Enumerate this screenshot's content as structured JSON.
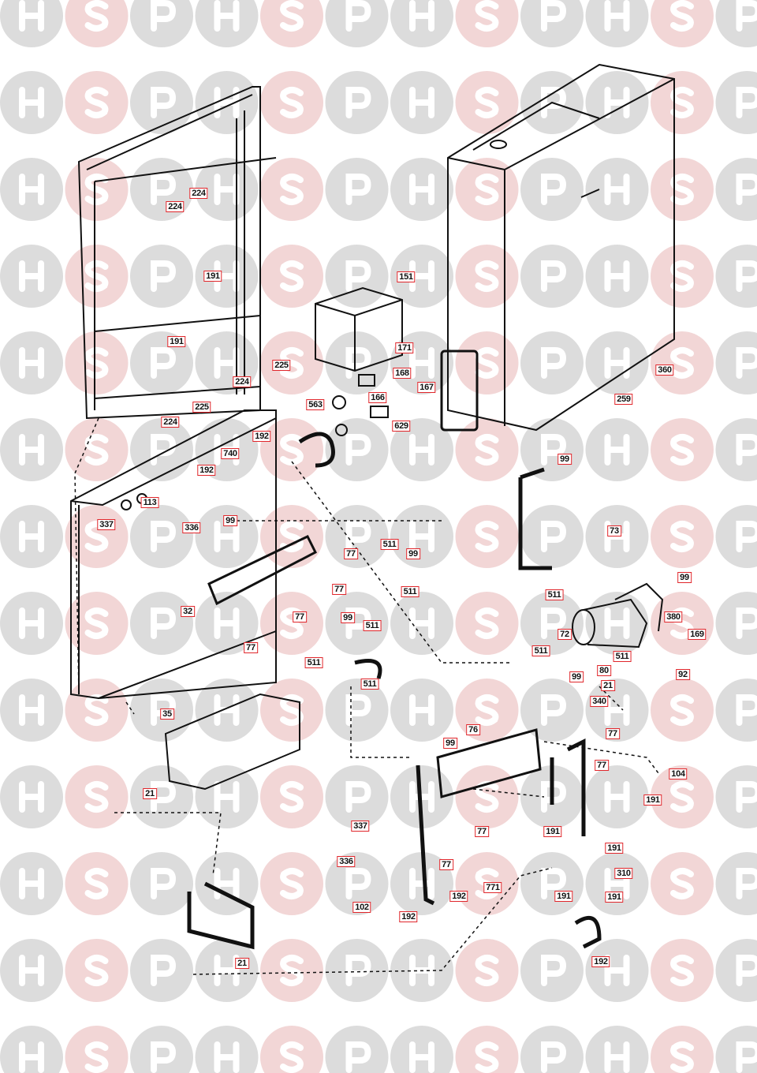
{
  "watermark": {
    "letters": [
      "H",
      "S",
      "P"
    ],
    "colors": {
      "h": "#dcdcdc",
      "s": "#f2d6d6",
      "p": "#dcdcdc"
    }
  },
  "label_color": "#e0262b",
  "labels": [
    "224",
    "224",
    "191",
    "191",
    "225",
    "224",
    "225",
    "224",
    "151",
    "171",
    "168",
    "167",
    "166",
    "563",
    "629",
    "360",
    "259",
    "192",
    "740",
    "192",
    "113",
    "99",
    "337",
    "336",
    "77",
    "511",
    "99",
    "77",
    "511",
    "32",
    "77",
    "99",
    "511",
    "77",
    "511",
    "511",
    "35",
    "21",
    "99",
    "73",
    "99",
    "511",
    "380",
    "169",
    "72",
    "511",
    "511",
    "92",
    "80",
    "99",
    "21",
    "340",
    "76",
    "99",
    "77",
    "77",
    "104",
    "191",
    "337",
    "191",
    "77",
    "191",
    "77",
    "310",
    "336",
    "192",
    "771",
    "191",
    "191",
    "102",
    "192",
    "21",
    "192"
  ]
}
